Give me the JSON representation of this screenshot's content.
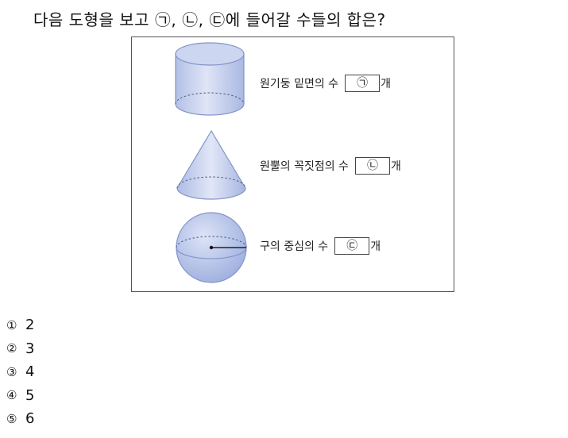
{
  "question": "다음 도형을 보고 ㉠, ㉡, ㉢에 들어갈 수들의 합은?",
  "figure": {
    "rows": [
      {
        "shape_icon": "cylinder-icon",
        "label": "원기둥 밑면의 수",
        "blank": "㉠",
        "unit": "개"
      },
      {
        "shape_icon": "cone-icon",
        "label": "원뿔의 꼭짓점의 수",
        "blank": "㉡",
        "unit": "개"
      },
      {
        "shape_icon": "sphere-icon",
        "label": "구의 중심의 수",
        "blank": "㉢",
        "unit": "개"
      }
    ],
    "colors": {
      "fill": "#c3cdeb",
      "stroke": "#7f8fc6",
      "dark": "#8f9fd4"
    }
  },
  "choices": [
    {
      "marker": "①",
      "value": "2"
    },
    {
      "marker": "②",
      "value": "3"
    },
    {
      "marker": "③",
      "value": "4"
    },
    {
      "marker": "④",
      "value": "5"
    },
    {
      "marker": "⑤",
      "value": "6"
    }
  ]
}
